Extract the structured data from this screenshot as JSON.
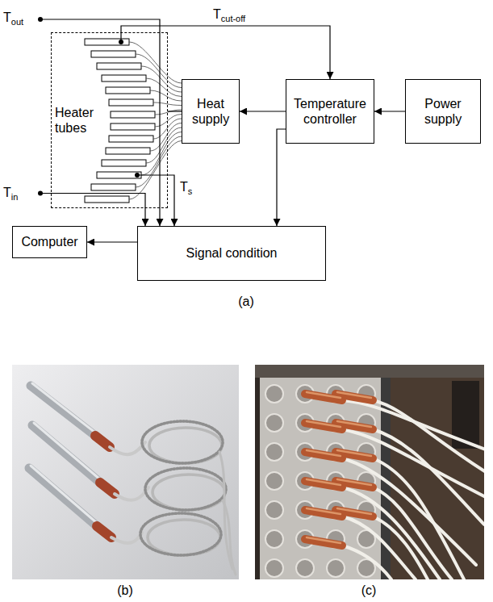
{
  "diagram": {
    "nodes": [
      {
        "text": [
          "Heater tubes"
        ]
      },
      {
        "text": [
          "Heat supply"
        ]
      },
      {
        "text": [
          "Temperature controller"
        ]
      },
      {
        "text": [
          "Power supply"
        ]
      },
      {
        "text": [
          "Computer"
        ]
      },
      {
        "text": [
          "Signal condition"
        ]
      }
    ],
    "edges": [
      {
        "from": 0,
        "to": 2,
        "arrow": "to",
        "label": "Tcut-off"
      },
      {
        "from": 3,
        "to": 2,
        "arrow": "to"
      },
      {
        "from": 2,
        "to": 1,
        "arrow": "to"
      },
      {
        "from": 0,
        "to": 1,
        "arrow": "none"
      },
      {
        "from": 2,
        "to": 5,
        "arrow": "to"
      },
      {
        "from": 0,
        "to": 5,
        "arrow": "to",
        "label": "Ts"
      },
      {
        "from": 5,
        "to": 4,
        "arrow": "to"
      }
    ],
    "labels": [
      "Tout",
      "Tin",
      "(a)",
      "(b)",
      "(c)"
    ]
  }
}
